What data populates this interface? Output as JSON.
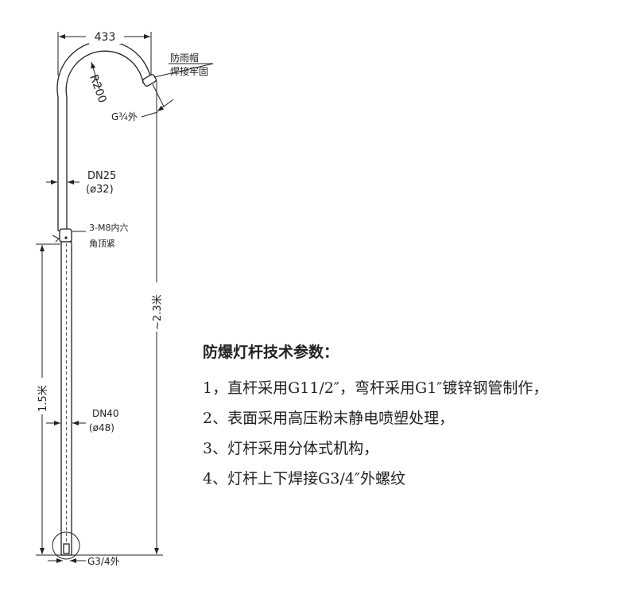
{
  "drawing": {
    "width_dim": "433",
    "radius_dim": "R200",
    "rain_cap": "防雨帽",
    "weld": "焊接牢固",
    "top_thread": "G¾外",
    "upper_pipe_dn": "DN25",
    "upper_pipe_dia": "(ø32)",
    "set_screw_1": "3-M8内六",
    "set_screw_2": "角顶紧",
    "total_height": "~2.3米",
    "lower_height": "1.5米",
    "lower_pipe_dn": "DN40",
    "lower_pipe_dia": "(ø48)",
    "bottom_thread": "G3/4外"
  },
  "spec": {
    "title": "防爆灯杆技术参数：",
    "items": [
      "1，直杆采用G11/2″，弯杆采用G1″镀锌钢管制作，",
      "2、表面采用高压粉末静电喷塑处理，",
      "3、灯杆采用分体式机构，",
      "4、灯杆上下焊接G3/4″外螺纹"
    ]
  }
}
